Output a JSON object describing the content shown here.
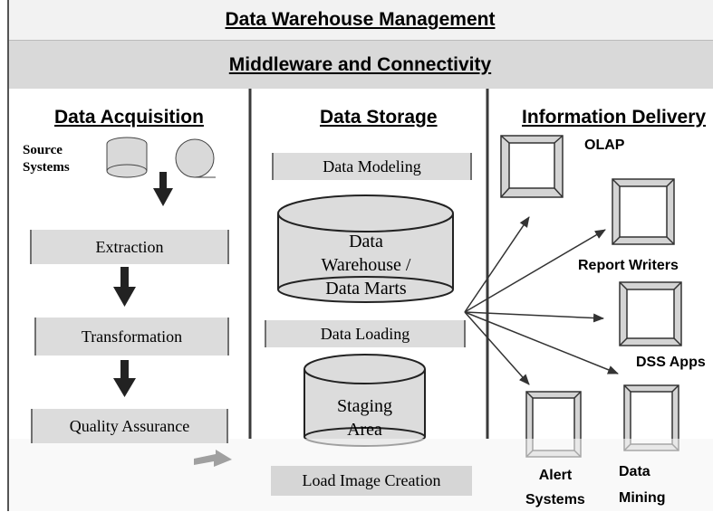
{
  "bands": {
    "management": "Data Warehouse Management",
    "middleware": "Middleware and Connectivity"
  },
  "columns": {
    "acquisition": {
      "title": "Data Acquisition",
      "source_label_line1": "Source",
      "source_label_line2": "Systems",
      "steps": [
        "Extraction",
        "Transformation",
        "Quality Assurance"
      ]
    },
    "storage": {
      "title": "Data Storage",
      "data_modeling": "Data Modeling",
      "warehouse_line1": "Data",
      "warehouse_line2": "Warehouse /",
      "warehouse_line3": "Data Marts",
      "data_loading": "Data Loading",
      "staging_line1": "Staging",
      "staging_line2": "Area",
      "load_image": "Load Image Creation"
    },
    "delivery": {
      "title": "Information Delivery",
      "olap": "OLAP",
      "report_writers": "Report Writers",
      "dss_apps": "DSS Apps",
      "alert_line1": "Alert",
      "alert_line2": "Systems",
      "mining_line1": "Data",
      "mining_line2": "Mining"
    }
  },
  "colors": {
    "band_light": "#f2f2f2",
    "band_mid": "#d9d9d9",
    "box_fill": "#dcdcdc",
    "divider": "#3a3a3a"
  }
}
